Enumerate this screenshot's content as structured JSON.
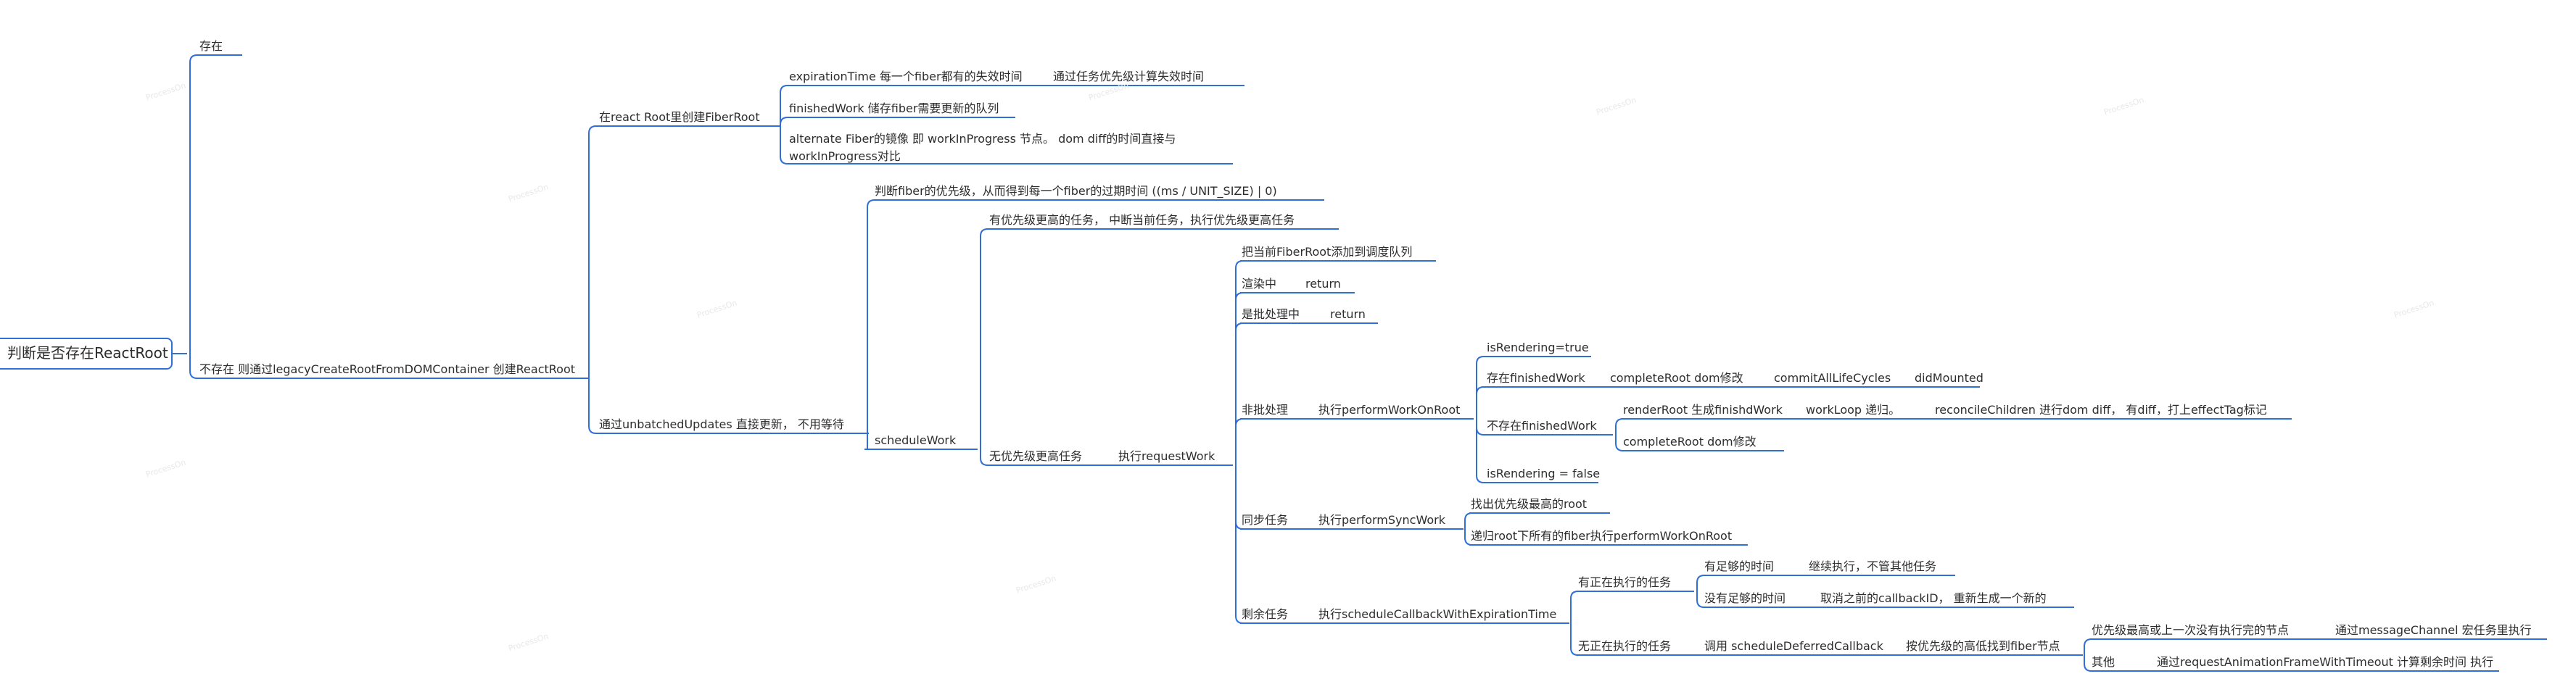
{
  "mindmap": {
    "root": "判断是否存在ReactRoot",
    "watermark": "ProcessOn",
    "accent_color": "#2f6fd6",
    "nodes": {
      "exists": "存在",
      "not_exists": "不存在 则通过legacyCreateRootFromDOMContainer 创建ReactRoot",
      "create_fiberroot": "在react Root里创建FiberRoot",
      "expiration": "expirationTime  每一个fiber都有的失效时间",
      "expiration_calc": "通过任务优先级计算失效时间",
      "finished_work": "finishedWork  储存fiber需要更新的队列",
      "alternate": "alternate  Fiber的镜像 即 workInProgress 节点。 dom diff的时间直接与workInProgress对比",
      "unbatched": "通过unbatchedUpdates 直接更新， 不用等待",
      "schedule_work": "scheduleWork",
      "priority": "判断fiber的优先级，从而得到每一个fiber的过期时间 ((ms / UNIT_SIZE) | 0)",
      "higher_priority": "有优先级更高的任务， 中断当前任务，执行优先级更高任务",
      "no_higher": "无优先级更高任务",
      "request_work": "执行requestWork",
      "add_queue": "把当前FiberRoot添加到调度队列",
      "rendering": "渲染中",
      "return1": "return",
      "batching": "是批处理中",
      "return2": "return",
      "non_batch": "非批处理",
      "perform_on_root": "执行performWorkOnRoot",
      "is_rendering_true": "isRendering=true",
      "has_finished": "存在finishedWork",
      "complete_root1": "completeRoot  dom修改",
      "commit_all": "commitAllLifeCycles",
      "did_mounted": "didMounted",
      "no_finished": "不存在finishedWork",
      "render_root": "renderRoot 生成finishdWork",
      "work_loop": "workLoop  递归。",
      "reconcile": "reconcileChildren 进行dom diff， 有diff，打上effectTag标记",
      "complete_root2": "completeRoot  dom修改",
      "is_rendering_false": "isRendering = false",
      "sync_task": "同步任务",
      "perform_sync": "执行performSyncWork",
      "find_highest": "找出优先级最高的root",
      "recurse_root": "递归root下所有的fiber执行performWorkOnRoot",
      "remaining": "剩余任务",
      "schedule_callback": "执行scheduleCallbackWithExpirationTime",
      "has_running": "有正在执行的任务",
      "enough_time": "有足够的时间",
      "continue_exec": "继续执行，不管其他任务",
      "not_enough": "没有足够的时间",
      "cancel_prev": "取消之前的callbackID， 重新生成一个新的",
      "no_running": "无正在执行的任务",
      "call_deferred": "调用 scheduleDeferredCallback",
      "find_by_priority": "按优先级的高低找到fiber节点",
      "highest_unfinished": "优先级最高或上一次没有执行完的节点",
      "message_channel": "通过messageChannel 宏任务里执行",
      "others": "其他",
      "raf_timeout": "通过requestAnimationFrameWithTimeout  计算剩余时间 执行"
    }
  }
}
